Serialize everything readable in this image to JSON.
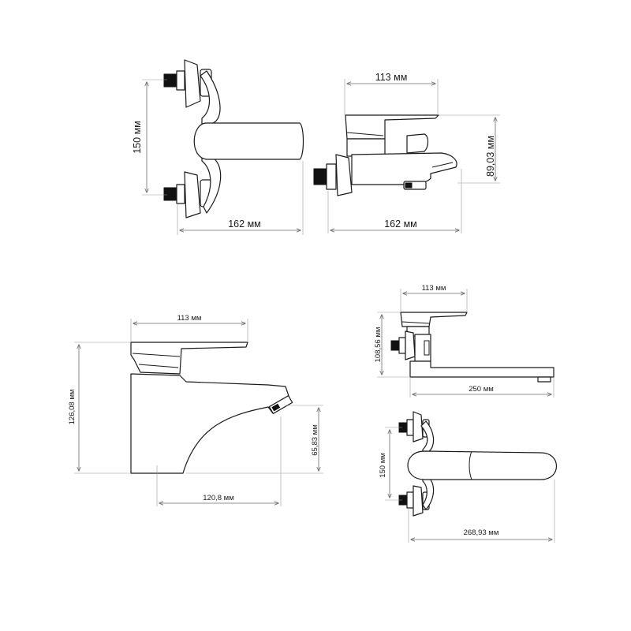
{
  "dimensions": {
    "top_left_front_height": "150 мм",
    "top_left_front_width": "162 мм",
    "top_right_side_handle": "113 мм",
    "top_right_side_height": "89,03 мм",
    "top_right_side_width": "162 мм",
    "basin_handle": "113 мм",
    "basin_height": "126,08 мм",
    "basin_spout_height": "65,83 мм",
    "basin_reach": "120,8 мм",
    "long_side_handle": "113 мм",
    "long_side_height": "108,56 мм",
    "long_side_spout": "250 мм",
    "long_front_height": "150 мм",
    "long_front_width": "268,93 мм"
  }
}
